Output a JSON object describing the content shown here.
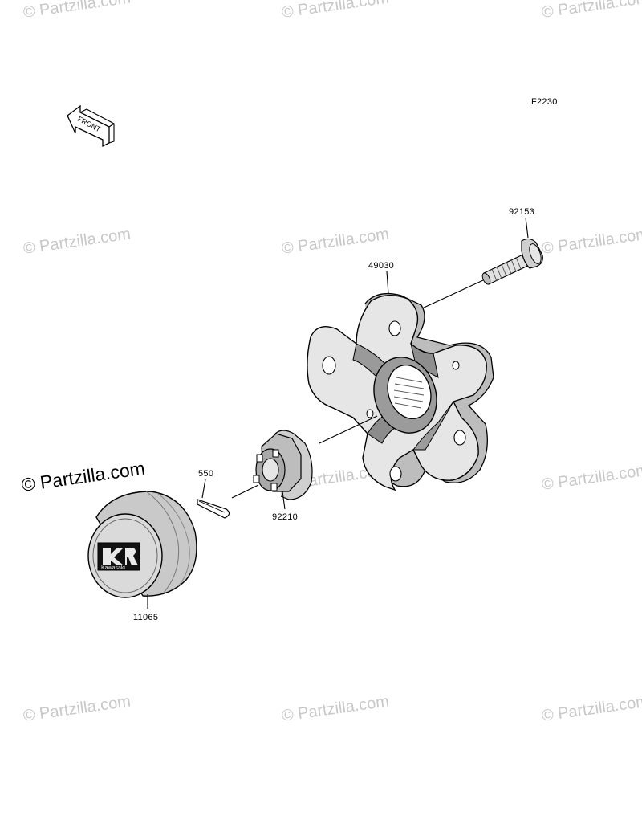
{
  "diagram": {
    "code": "F2230",
    "front_label": "FRONT",
    "parts": [
      {
        "number": "92153"
      },
      {
        "number": "49030"
      },
      {
        "number": "550"
      },
      {
        "number": "92210"
      },
      {
        "number": "11065"
      }
    ],
    "cap_logo_text": "Kawasaki"
  },
  "watermarks": {
    "text": "© Partzilla.com",
    "main_text": "© Partzilla.com"
  },
  "colors": {
    "line": "#000000",
    "watermark": "#c8c8c8",
    "hub_fill": "#d7d7d7",
    "cap_fill": "#d2d2d2"
  }
}
